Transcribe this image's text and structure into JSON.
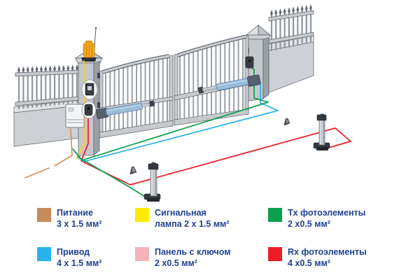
{
  "legend": {
    "text_color": "#1e4094",
    "items": [
      {
        "name": "power",
        "color": "#c98a5b",
        "line1": "Питание",
        "line2": "3 x 1.5 мм²"
      },
      {
        "name": "signal-lamp",
        "color": "#ffec00",
        "line1": "Сигнальная",
        "line2": "лампа 2 x 1.5 мм²"
      },
      {
        "name": "tx-photocells",
        "color": "#0aa04e",
        "line1": "Tx фотоэлементы",
        "line2": "2 x0.5 мм²"
      },
      {
        "name": "drive",
        "color": "#29b2ec",
        "line1": "Привод",
        "line2": "4 x 1.5 мм²"
      },
      {
        "name": "key-panel",
        "color": "#f4b3ba",
        "line1": "Панель с ключом",
        "line2": "2 x0.5 мм²"
      },
      {
        "name": "rx-photocells",
        "color": "#ee1c24",
        "line1": "Rx фотоэлементы",
        "line2": "4 x0.5 мм²"
      }
    ]
  },
  "scene": {
    "wire_colors": {
      "power": "#d2935c",
      "signal_lamp": "#f2d80e",
      "key_panel": "#f4b3ba",
      "tx": "#0aa04e",
      "drive": "#29b2ec",
      "rx": "#ee1c24"
    },
    "components": [
      "fence",
      "swing-gate",
      "gate-posts",
      "signal-lamp",
      "antenna",
      "key-switch-panel",
      "control-box",
      "post-photocells",
      "gate-actuators",
      "photocell-columns",
      "gate-stop-wedges",
      "buried-cables"
    ]
  }
}
